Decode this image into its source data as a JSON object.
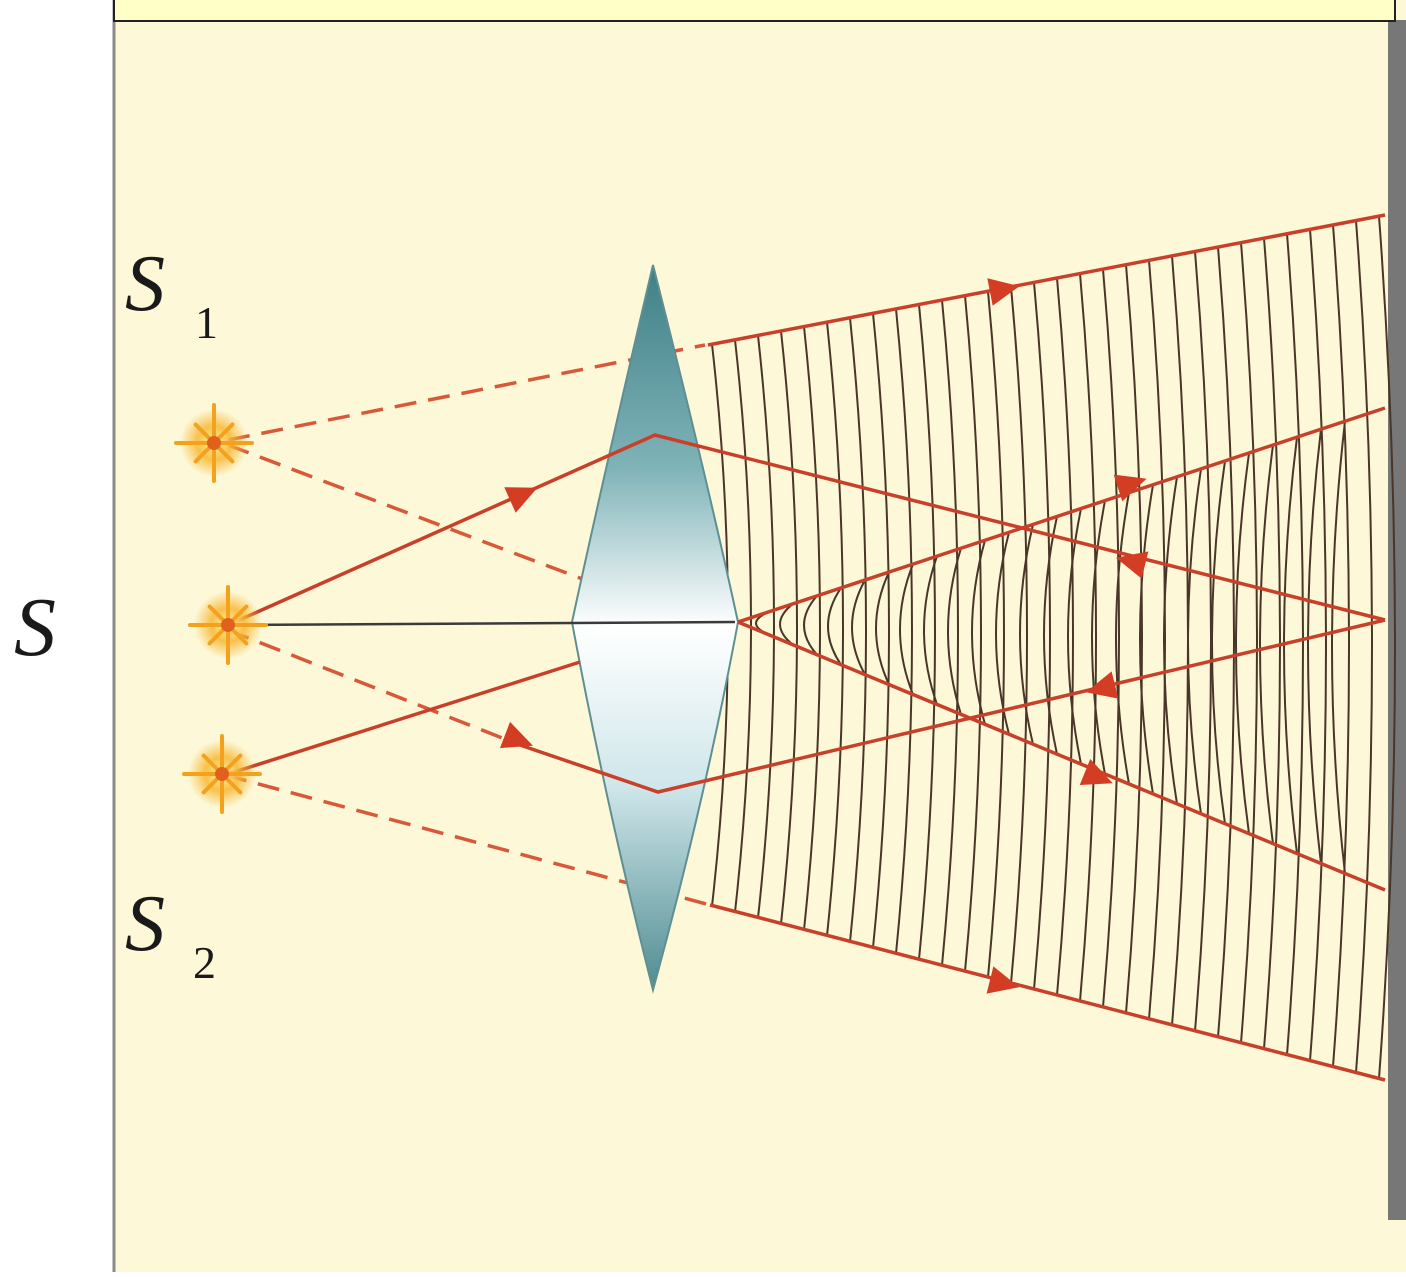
{
  "labels": {
    "S": "S",
    "S1": "S",
    "S1_sub": "1",
    "S2": "S",
    "S2_sub": "2"
  },
  "title_text": "",
  "colors": {
    "background": "#fdf8d8",
    "ray": "#d24a2c",
    "wavefront": "#4a3628",
    "lens_edge": "#5e8f93",
    "screen": "#6e6e6e",
    "star": "#f4a21e"
  }
}
